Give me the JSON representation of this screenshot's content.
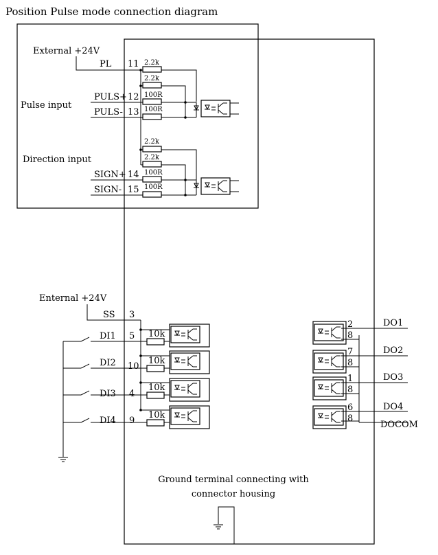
{
  "title": "Position Pulse mode connection diagram",
  "top_section": {
    "supply_label": "External +24V",
    "pulse_group_label": "Pulse input",
    "direction_group_label": "Direction input",
    "pins": [
      {
        "signal": "PL",
        "pin": "11",
        "resistor": "2.2k"
      },
      {
        "signal": "",
        "pin": "",
        "resistor": "2.2k"
      },
      {
        "signal": "PULS+",
        "pin": "12",
        "resistor": "100R"
      },
      {
        "signal": "PULS-",
        "pin": "13",
        "resistor": "100R"
      },
      {
        "signal": "",
        "pin": "",
        "resistor": "2.2k"
      },
      {
        "signal": "",
        "pin": "",
        "resistor": "2.2k"
      },
      {
        "signal": "SIGN+",
        "pin": "14",
        "resistor": "100R"
      },
      {
        "signal": "SIGN-",
        "pin": "15",
        "resistor": "100R"
      }
    ]
  },
  "di_section": {
    "supply_label": "Enternal +24V",
    "ss_signal": "SS",
    "ss_pin": "3",
    "inputs": [
      {
        "signal": "DI1",
        "pin": "5",
        "resistor": "10k"
      },
      {
        "signal": "DI2",
        "pin": "10",
        "resistor": "10k"
      },
      {
        "signal": "DI3",
        "pin": "4",
        "resistor": "10k"
      },
      {
        "signal": "DI4",
        "pin": "9",
        "resistor": "10k"
      }
    ]
  },
  "do_section": {
    "outputs": [
      {
        "signal": "DO1",
        "pin": "2",
        "common_pin": "8"
      },
      {
        "signal": "DO2",
        "pin": "7",
        "common_pin": "8"
      },
      {
        "signal": "DO3",
        "pin": "1",
        "common_pin": "8"
      },
      {
        "signal": "DO4",
        "pin": "6",
        "common_pin": "8"
      }
    ],
    "common_signal": "DOCOM"
  },
  "ground_note_line1": "Ground terminal connecting with",
  "ground_note_line2": "connector housing"
}
